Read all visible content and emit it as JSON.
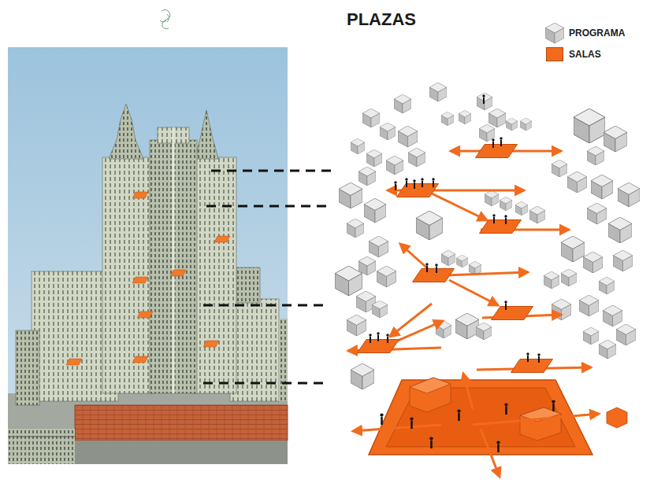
{
  "diagram": {
    "title": "PLAZAS",
    "legend": [
      {
        "text": "PROGRAMA"
      },
      {
        "text": "SALAS",
        "color": "#f26b1d"
      }
    ]
  }
}
